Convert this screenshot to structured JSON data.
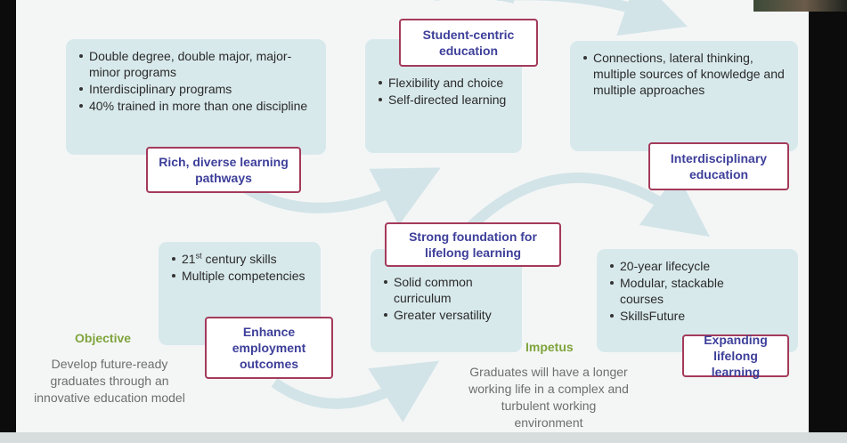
{
  "boxes": {
    "pathways": {
      "label": "Rich, diverse learning pathways",
      "bullets": [
        "Double degree, double major, major-minor programs",
        "Interdisciplinary programs",
        "40% trained in more than one discipline"
      ]
    },
    "student_centric": {
      "label": "Student-centric education",
      "bullets": [
        "Flexibility and choice",
        "Self-directed learning"
      ]
    },
    "interdisciplinary": {
      "label": "Interdisciplinary education",
      "bullets": [
        "Connections, lateral thinking, multiple sources of knowledge and multiple approaches"
      ]
    },
    "employment": {
      "label": "Enhance employment outcomes",
      "bullets": [
        "century skills",
        "Multiple competencies"
      ],
      "skills_prefix": "21",
      "skills_sup": "st"
    },
    "foundation": {
      "label": "Strong foundation for lifelong learning",
      "bullets": [
        "Solid common curriculum",
        "Greater versatility"
      ]
    },
    "lifelong": {
      "label": "Expanding lifelong learning",
      "bullets": [
        "20-year lifecycle",
        "Modular, stackable courses",
        "SkillsFuture"
      ]
    }
  },
  "objective": {
    "heading": "Objective",
    "text": "Develop future-ready graduates through an innovative education model"
  },
  "impetus": {
    "heading": "Impetus",
    "text": "Graduates will have a longer working life in a complex and turbulent working environment"
  },
  "colors": {
    "label_border": "#a43a5a",
    "label_text": "#3d3f9a",
    "box_fill": "#d8e9ec",
    "side_heading": "#7fa43c",
    "arrow": "#d3e4e8"
  }
}
